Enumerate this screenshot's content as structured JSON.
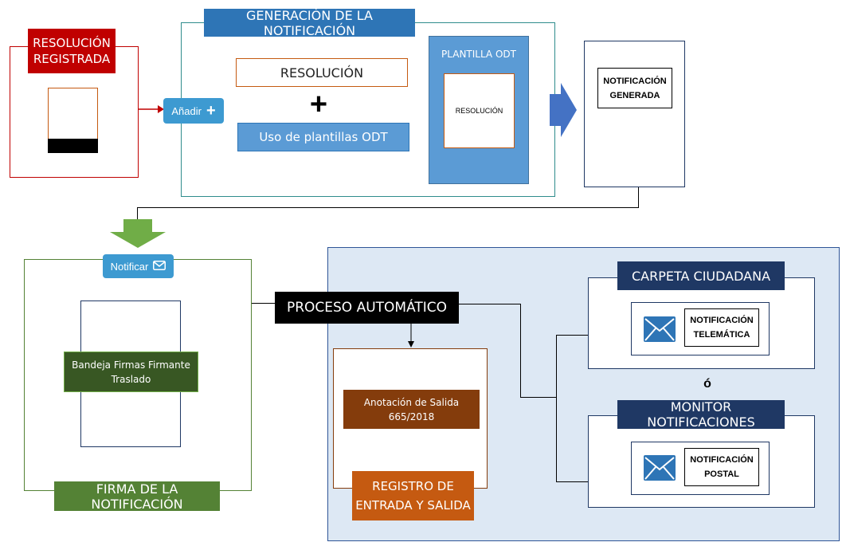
{
  "resolucion_registrada": {
    "title": "RESOLUCIÓN\nREGISTRADA"
  },
  "generacion": {
    "title": "GENERACIÓN DE LA NOTIFICACIÓN",
    "resolucion_label": "RESOLUCIÓN",
    "plus": "+",
    "plantillas_label": "Uso de plantillas ODT",
    "plantilla_odt_title": "PLANTILLA ODT",
    "plantilla_odt_doc": "RESOLUCIÓN"
  },
  "anadir_button": {
    "label": "Añadir",
    "icon": "plus-icon"
  },
  "notificacion_generada": {
    "label": "NOTIFICACIÓN\nGENERADA"
  },
  "firma": {
    "notificar_label": "Notificar",
    "notificar_icon": "mail-icon",
    "bandeja_label": "Bandeja Firmas Firmante\nTraslado",
    "title": "FIRMA DE LA NOTIFICACIÓN"
  },
  "proceso_automatico": {
    "label": "PROCESO AUTOMÁTICO"
  },
  "registro": {
    "anotacion_label": "Anotación de Salida\n665/2018",
    "title": "REGISTRO DE\nENTRADA Y SALIDA"
  },
  "carpeta": {
    "title": "CARPETA CIUDADANA",
    "notificacion_label": "NOTIFICACIÓN\nTELEMÁTICA",
    "icon": "envelope-icon"
  },
  "or_label": "ó",
  "monitor": {
    "title": "MONITOR NOTIFICACIONES",
    "notificacion_label": "NOTIFICACIÓN\nPOSTAL",
    "icon": "envelope-icon"
  },
  "colors": {
    "red": "#c00000",
    "blue_title": "#2e75b6",
    "plantilla_bg": "#5b9bd5",
    "teal_border": "#2f8c8c",
    "green_dark": "#385723",
    "green_title": "#548235",
    "green_arrow": "#70ad47",
    "navy": "#1f3864",
    "brown": "#843c0c",
    "orange": "#c55a11",
    "panel_bg": "#dde8f4"
  }
}
